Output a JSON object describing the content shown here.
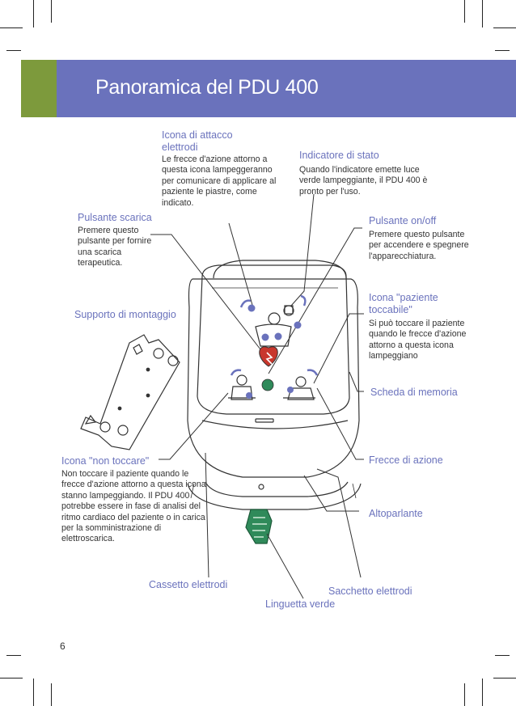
{
  "header": {
    "title": "Panoramica del PDU 400",
    "bar_color": "#6a72bc",
    "accent_color": "#7d9a3c"
  },
  "callouts": {
    "attachment_icon": {
      "label": "Icona di attacco elettrodi",
      "desc": "Le frecce d'azione attorno a questa icona lampeggeranno per comunicare di applicare al paziente le piastre, come indicato."
    },
    "status_indicator": {
      "label": "Indicatore di stato",
      "desc": "Quando l'indicatore emette luce verde lampeggiante, il PDU 400 è pronto per l'uso."
    },
    "shock_button": {
      "label": "Pulsante scarica",
      "desc": "Premere questo pulsante per fornire una scarica terapeutica."
    },
    "onoff_button": {
      "label": "Pulsante on/off",
      "desc": "Premere questo pulsante per accendere e spegnere l'apparecchiatura."
    },
    "mounting_bracket": {
      "label": "Supporto di montaggio"
    },
    "touchable_icon": {
      "label": "Icona \"paziente toccabile\"",
      "desc": "Si può toccare il paziente quando le frecce d'azione attorno a questa icona lampeggiano"
    },
    "memory_card": {
      "label": "Scheda di memoria"
    },
    "no_touch_icon": {
      "label": "Icona \"non toccare\"",
      "desc": "Non toccare il paziente quando le frecce d'azione attorno a questa icona stanno lampeggiando. Il PDU 400 potrebbe essere in fase di analisi del ritmo cardiaco del paziente o in carica per la somministrazione di elettroscarica."
    },
    "action_arrows": {
      "label": "Frecce di azione"
    },
    "speaker": {
      "label": "Altoparlante"
    },
    "electrode_drawer": {
      "label": "Cassetto elettrodi"
    },
    "electrode_pouch": {
      "label": "Sacchetto elettrodi"
    },
    "green_tab": {
      "label": "Linguetta verde"
    }
  },
  "page_number": "6"
}
